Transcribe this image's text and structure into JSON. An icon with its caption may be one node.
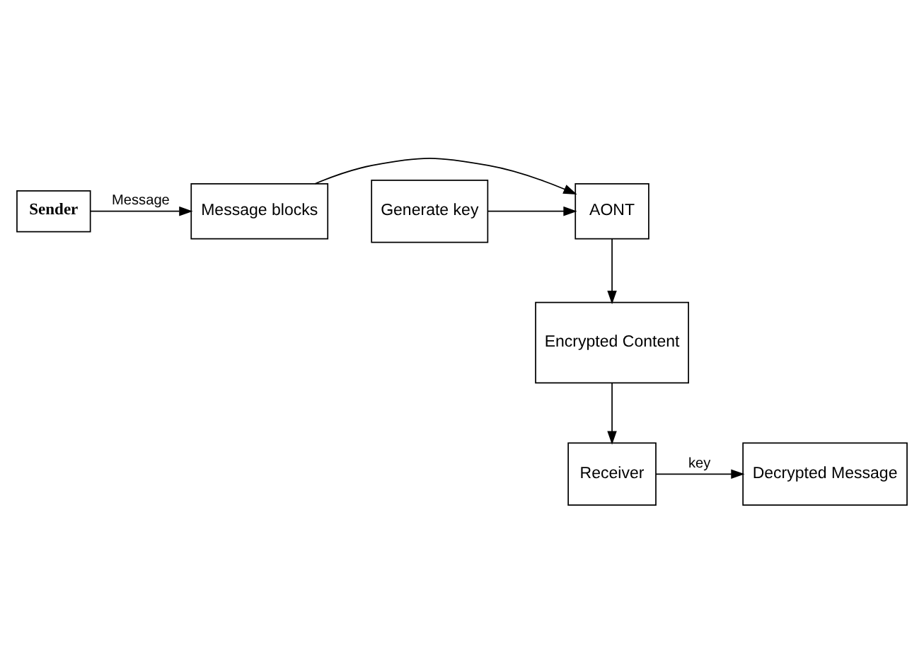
{
  "diagram": {
    "nodes": [
      {
        "text": [
          "Sender"
        ]
      },
      {
        "text": [
          "Message blocks"
        ]
      },
      {
        "text": [
          "AONT"
        ]
      },
      {
        "text": [
          "Generate key"
        ]
      },
      {
        "text": [
          "Encrypted Content"
        ]
      },
      {
        "text": [
          "Receiver"
        ]
      },
      {
        "text": [
          "Decrypted Message"
        ]
      }
    ],
    "edges": [
      {
        "from": 0,
        "to": 1,
        "arrow": "to",
        "label": "Message"
      },
      {
        "from": 1,
        "to": 2,
        "arrow": "to"
      },
      {
        "from": 3,
        "to": 2,
        "arrow": "to"
      },
      {
        "from": 2,
        "to": 4,
        "arrow": "to"
      },
      {
        "from": 4,
        "to": 5,
        "arrow": "to"
      },
      {
        "from": 5,
        "to": 6,
        "arrow": "to",
        "label": "key"
      }
    ]
  }
}
